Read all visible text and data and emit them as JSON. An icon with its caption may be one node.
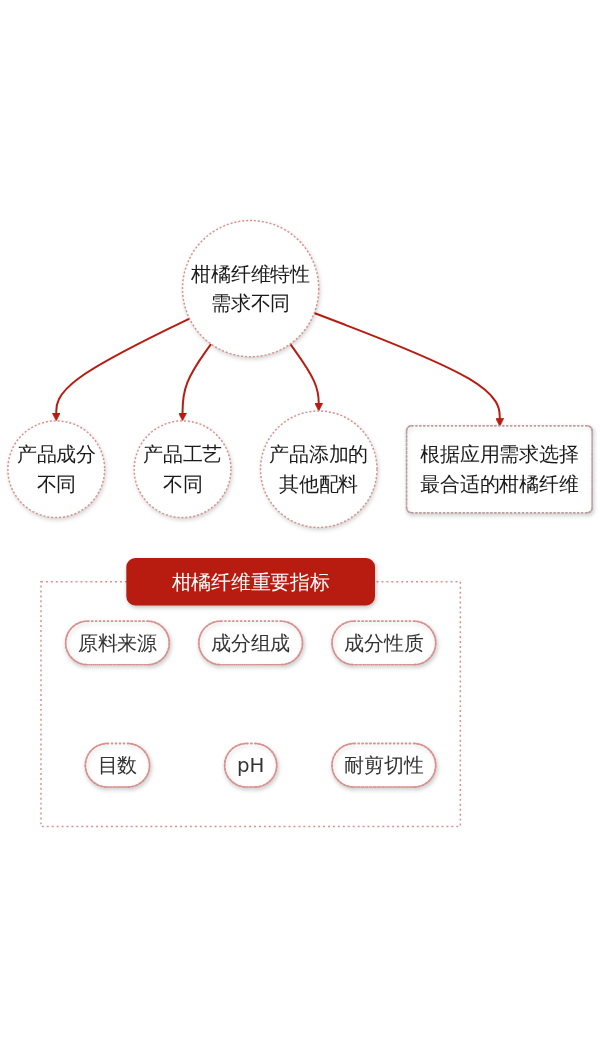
{
  "diagram": {
    "nodes": [
      {
        "text": [
          "产品成分不同"
        ]
      },
      {
        "text": [
          "产品工艺不同"
        ]
      },
      {
        "text": [
          "产品添加的其他配料"
        ]
      },
      {
        "text": [
          "柑橘纤维特性需求不同"
        ]
      },
      {
        "text": [
          "根据应用需求选择",
          "最合适的柑橘纤维"
        ]
      },
      {
        "text": [
          "柑橘纤维重要指标"
        ]
      },
      {
        "text": [
          "原料来源"
        ],
        "in": 5
      },
      {
        "text": [
          "成分组成"
        ],
        "in": 5
      },
      {
        "text": [
          "成分性质"
        ],
        "in": 5
      },
      {
        "text": [
          "目数"
        ],
        "in": 5
      },
      {
        "text": [
          "pH"
        ],
        "in": 5
      },
      {
        "text": [
          "耐剪切性"
        ],
        "in": 5
      }
    ],
    "edges": [
      {
        "from": 3,
        "to": 0,
        "arrow": "to"
      },
      {
        "from": 3,
        "to": 1,
        "arrow": "to"
      },
      {
        "from": 3,
        "to": 2,
        "arrow": "to"
      },
      {
        "from": 3,
        "to": 4,
        "arrow": "to"
      }
    ]
  }
}
